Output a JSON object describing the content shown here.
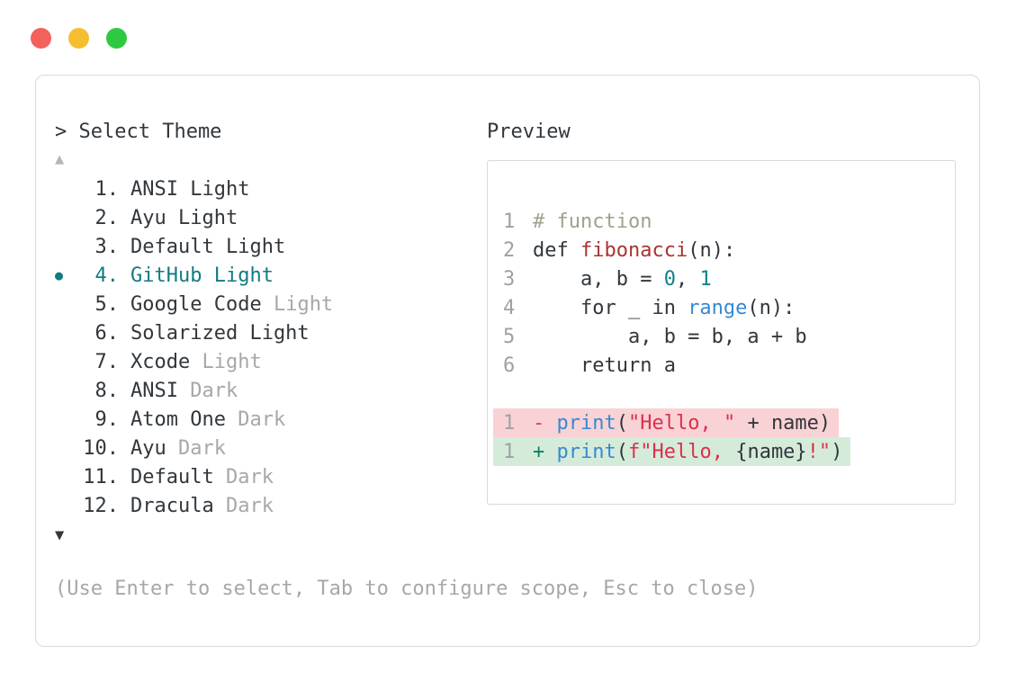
{
  "colors": {
    "text_dark": "#31373c",
    "text_muted": "#a5a8aa",
    "border": "#d9d9d9",
    "accent_teal": "#117b82",
    "arrow_muted": "#b4b7ba",
    "line_num": "#9da1a5",
    "code_comment": "#9ca38c",
    "code_func": "#a73531",
    "code_number": "#12808a",
    "code_blue": "#3789d1",
    "code_string": "#dc2f4b",
    "diff_minus": "#d44255",
    "diff_plus": "#0d7f63",
    "bg_removed": "#f9d2d5",
    "bg_added": "#d5ebda"
  },
  "window": {
    "lights": [
      {
        "name": "close-button",
        "color": "#f2615b"
      },
      {
        "name": "minimize-button",
        "color": "#f5bd30"
      },
      {
        "name": "zoom-button",
        "color": "#2fc941"
      }
    ]
  },
  "theme_picker": {
    "title": "> Select Theme",
    "scroll_up_icon": "▲",
    "scroll_down_icon": "▼",
    "selected_marker": "●",
    "items": [
      {
        "number": "1.",
        "selected": false,
        "parts": [
          {
            "text": "ANSI Light",
            "muted": false
          }
        ]
      },
      {
        "number": "2.",
        "selected": false,
        "parts": [
          {
            "text": "Ayu Light",
            "muted": false
          }
        ]
      },
      {
        "number": "3.",
        "selected": false,
        "parts": [
          {
            "text": "Default Light",
            "muted": false
          }
        ]
      },
      {
        "number": "4.",
        "selected": true,
        "parts": [
          {
            "text": "GitHub Light",
            "muted": false
          }
        ]
      },
      {
        "number": "5.",
        "selected": false,
        "parts": [
          {
            "text": "Google Code ",
            "muted": false
          },
          {
            "text": "Light",
            "muted": true
          }
        ]
      },
      {
        "number": "6.",
        "selected": false,
        "parts": [
          {
            "text": "Solarized Light",
            "muted": false
          }
        ]
      },
      {
        "number": "7.",
        "selected": false,
        "parts": [
          {
            "text": "Xcode ",
            "muted": false
          },
          {
            "text": "Light",
            "muted": true
          }
        ]
      },
      {
        "number": "8.",
        "selected": false,
        "parts": [
          {
            "text": "ANSI ",
            "muted": false
          },
          {
            "text": "Dark",
            "muted": true
          }
        ]
      },
      {
        "number": "9.",
        "selected": false,
        "parts": [
          {
            "text": "Atom One ",
            "muted": false
          },
          {
            "text": "Dark",
            "muted": true
          }
        ]
      },
      {
        "number": "10.",
        "selected": false,
        "parts": [
          {
            "text": "Ayu ",
            "muted": false
          },
          {
            "text": "Dark",
            "muted": true
          }
        ]
      },
      {
        "number": "11.",
        "selected": false,
        "parts": [
          {
            "text": "Default ",
            "muted": false
          },
          {
            "text": "Dark",
            "muted": true
          }
        ]
      },
      {
        "number": "12.",
        "selected": false,
        "parts": [
          {
            "text": "Dracula ",
            "muted": false
          },
          {
            "text": "Dark",
            "muted": true
          }
        ]
      }
    ]
  },
  "preview": {
    "label": "Preview",
    "code_lines": [
      {
        "num": "1",
        "tokens": [
          {
            "t": "# function",
            "c": "comment"
          }
        ]
      },
      {
        "num": "2",
        "tokens": [
          {
            "t": "def ",
            "c": "plain"
          },
          {
            "t": "fibonacci",
            "c": "func"
          },
          {
            "t": "(n):",
            "c": "plain"
          }
        ]
      },
      {
        "num": "3",
        "tokens": [
          {
            "t": "    a, b = ",
            "c": "plain"
          },
          {
            "t": "0",
            "c": "number"
          },
          {
            "t": ", ",
            "c": "plain"
          },
          {
            "t": "1",
            "c": "number"
          }
        ]
      },
      {
        "num": "4",
        "tokens": [
          {
            "t": "    for _ in ",
            "c": "plain"
          },
          {
            "t": "range",
            "c": "blue"
          },
          {
            "t": "(n):",
            "c": "plain"
          }
        ]
      },
      {
        "num": "5",
        "tokens": [
          {
            "t": "        a, b = b, a + b",
            "c": "plain"
          }
        ]
      },
      {
        "num": "6",
        "tokens": [
          {
            "t": "    return a",
            "c": "plain"
          }
        ]
      },
      {
        "blank": true
      },
      {
        "num": "1",
        "diff": "removed",
        "tokens": [
          {
            "t": "- ",
            "c": "minus"
          },
          {
            "t": "print",
            "c": "blue"
          },
          {
            "t": "(",
            "c": "plain"
          },
          {
            "t": "\"Hello, \"",
            "c": "string"
          },
          {
            "t": " + name)",
            "c": "plain"
          }
        ]
      },
      {
        "num": "1",
        "diff": "added",
        "tokens": [
          {
            "t": "+ ",
            "c": "plus"
          },
          {
            "t": "print",
            "c": "blue"
          },
          {
            "t": "(",
            "c": "plain"
          },
          {
            "t": "f\"Hello, ",
            "c": "string"
          },
          {
            "t": "{name}",
            "c": "plain"
          },
          {
            "t": "!\"",
            "c": "string"
          },
          {
            "t": ")",
            "c": "plain"
          }
        ]
      }
    ]
  },
  "footer": {
    "hint": "(Use Enter to select, Tab to configure scope, Esc to close)"
  }
}
